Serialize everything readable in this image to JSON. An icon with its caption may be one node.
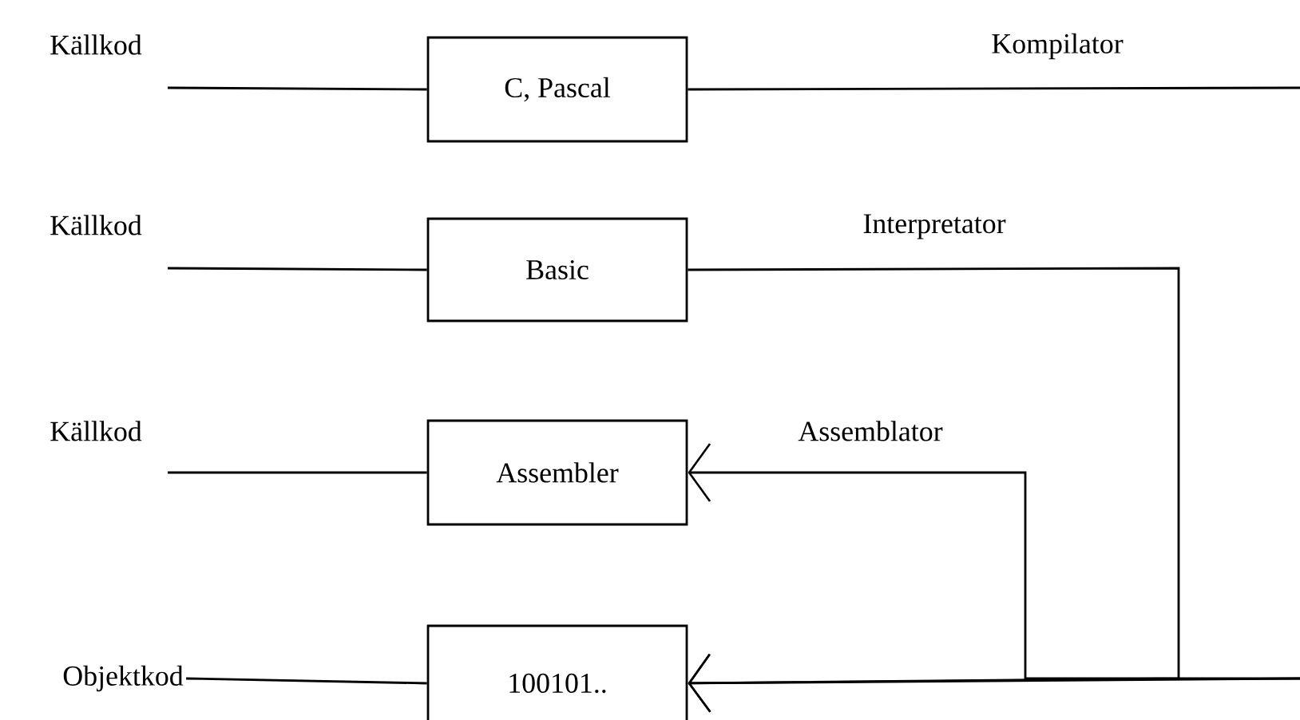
{
  "diagram": {
    "nodes": [
      {
        "text": [
          "C, Pascal"
        ]
      },
      {
        "text": [
          "Basic"
        ]
      },
      {
        "text": [
          "Assembler"
        ]
      },
      {
        "text": [
          "Objektkod"
        ]
      },
      {
        "text": [
          "100101.."
        ]
      }
    ],
    "edges": [
      {
        "from": null,
        "to": 0,
        "arrow": "none"
      },
      {
        "from": 0,
        "to": null,
        "arrow": "none",
        "label": "Kompilator"
      },
      {
        "from": null,
        "to": 1,
        "arrow": "none"
      },
      {
        "from": 1,
        "to": 4,
        "arrow": "to",
        "label": "Interpretator"
      },
      {
        "from": null,
        "to": 2,
        "arrow": "none"
      },
      {
        "from": null,
        "to": 2,
        "arrow": "to",
        "label": "Assemblator"
      },
      {
        "from": null,
        "to": 4,
        "arrow": "to"
      },
      {
        "from": 3,
        "to": 4,
        "arrow": "none"
      }
    ],
    "labels": [
      "Källkod",
      "Källkod",
      "Källkod"
    ]
  }
}
